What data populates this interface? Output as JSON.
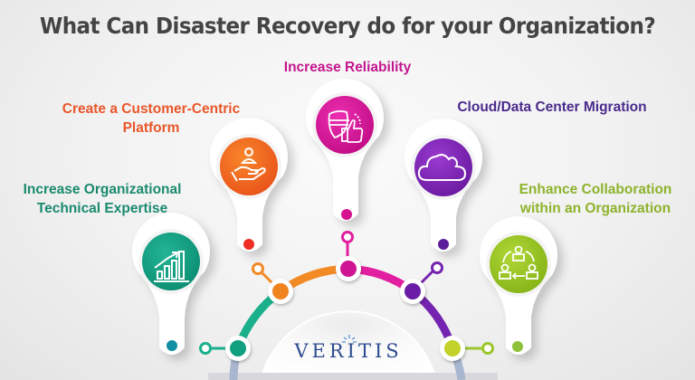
{
  "title": "What Can Disaster Recovery do for your Organization?",
  "brand": "VERITIS",
  "items": [
    {
      "label_lines": [
        "Increase Organizational",
        "Technical Expertise"
      ],
      "icon": "growth-chart-icon",
      "color": "#12a283"
    },
    {
      "label_lines": [
        "Create a Customer-Centric",
        "Platform"
      ],
      "icon": "customer-hand-icon",
      "color": "#f06b1c"
    },
    {
      "label_lines": [
        "Increase Reliability"
      ],
      "icon": "shield-thumbs-up-icon",
      "color": "#d9169a"
    },
    {
      "label_lines": [
        "Cloud/Data Center Migration"
      ],
      "icon": "cloud-icon",
      "color": "#7b21b0"
    },
    {
      "label_lines": [
        "Enhance Collaboration",
        "within an Organization"
      ],
      "icon": "collaboration-cycle-icon",
      "color": "#96c11f"
    }
  ],
  "colors": {
    "title": "#444444",
    "label_teal": "#1a8a6e",
    "label_orange": "#e8572a",
    "label_magenta": "#c4168d",
    "label_purple": "#4a2a8c",
    "label_lime": "#8db32c",
    "brand": "#2e4c8f"
  }
}
